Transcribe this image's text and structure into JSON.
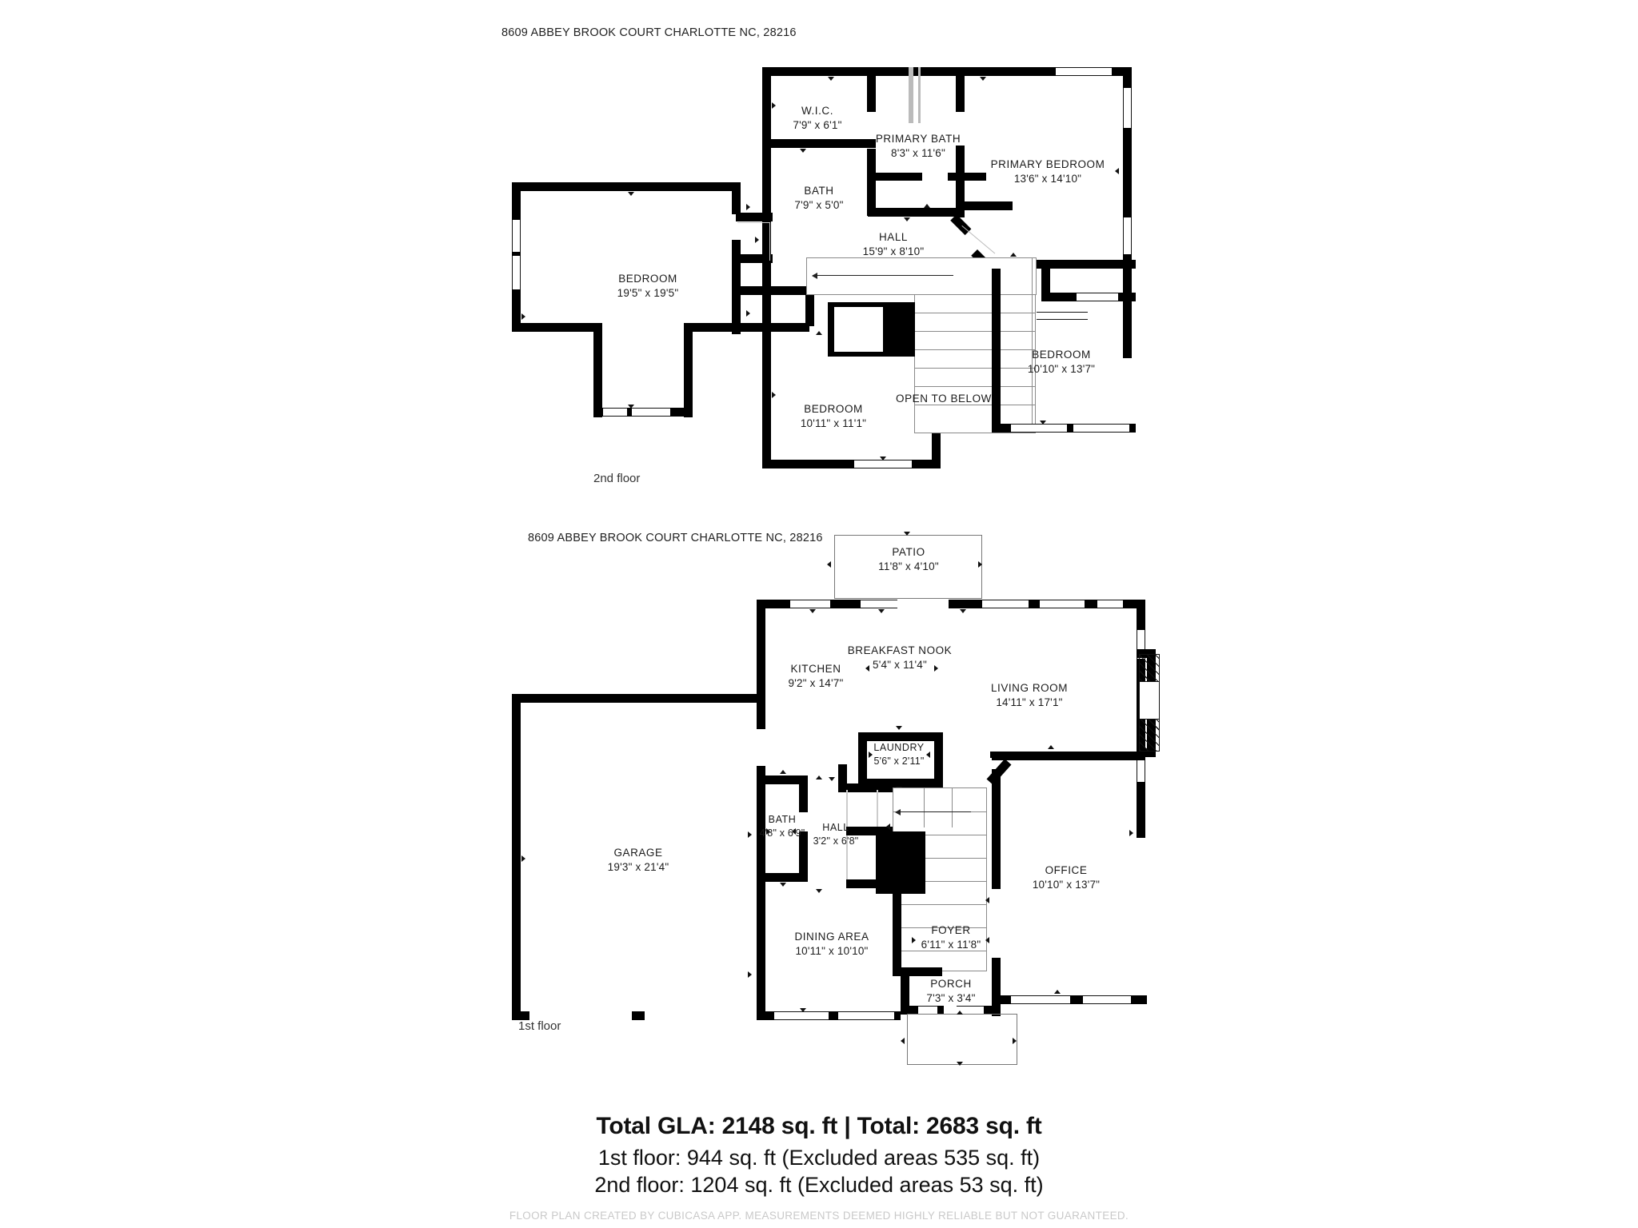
{
  "address_top": "8609 ABBEY BROOK COURT CHARLOTTE NC, 28216",
  "address_bottom": "8609 ABBEY BROOK COURT CHARLOTTE NC, 28216",
  "floor2": {
    "caption": "2nd floor",
    "rooms": [
      {
        "name": "W.I.C.",
        "dims": "7'9\" x 6'1\""
      },
      {
        "name": "PRIMARY BATH",
        "dims": "8'3\" x 11'6\""
      },
      {
        "name": "PRIMARY BEDROOM",
        "dims": "13'6\" x 14'10\""
      },
      {
        "name": "BATH",
        "dims": "7'9\" x 5'0\""
      },
      {
        "name": "HALL",
        "dims": "15'9\" x 8'10\""
      },
      {
        "name": "BEDROOM",
        "dims": "19'5\" x 19'5\""
      },
      {
        "name": "BEDROOM",
        "dims": "10'10\" x 13'7\""
      },
      {
        "name": "BEDROOM",
        "dims": "10'11\" x 11'1\""
      },
      {
        "name": "OPEN TO BELOW",
        "dims": ""
      }
    ]
  },
  "floor1": {
    "caption": "1st floor",
    "rooms": [
      {
        "name": "PATIO",
        "dims": "11'8\" x 4'10\""
      },
      {
        "name": "BREAKFAST NOOK",
        "dims": "5'4\" x 11'4\""
      },
      {
        "name": "KITCHEN",
        "dims": "9'2\" x 14'7\""
      },
      {
        "name": "LIVING ROOM",
        "dims": "14'11\" x 17'1\""
      },
      {
        "name": "LAUNDRY",
        "dims": "5'6\" x 2'11\""
      },
      {
        "name": "BATH",
        "dims": "4'8\" x 6'9\""
      },
      {
        "name": "HALL",
        "dims": "3'2\" x 6'8\""
      },
      {
        "name": "GARAGE",
        "dims": "19'3\" x 21'4\""
      },
      {
        "name": "OFFICE",
        "dims": "10'10\" x 13'7\""
      },
      {
        "name": "DINING AREA",
        "dims": "10'11\" x 10'10\""
      },
      {
        "name": "FOYER",
        "dims": "6'11\" x 11'8\""
      },
      {
        "name": "PORCH",
        "dims": "7'3\" x 3'4\""
      }
    ]
  },
  "summary": {
    "title": "Total GLA: 2148 sq. ft | Total: 2683 sq. ft",
    "line1": "1st floor: 944 sq. ft (Excluded areas 535 sq. ft)",
    "line2": "2nd floor: 1204 sq. ft (Excluded areas 53 sq. ft)",
    "disclaimer": "FLOOR PLAN CREATED BY CUBICASA APP. MEASUREMENTS DEEMED HIGHLY RELIABLE BUT NOT GUARANTEED."
  },
  "colors": {
    "wall": "#000000",
    "background": "#ffffff",
    "outline": "#777777",
    "disclaimer": "#c9c9c9"
  }
}
